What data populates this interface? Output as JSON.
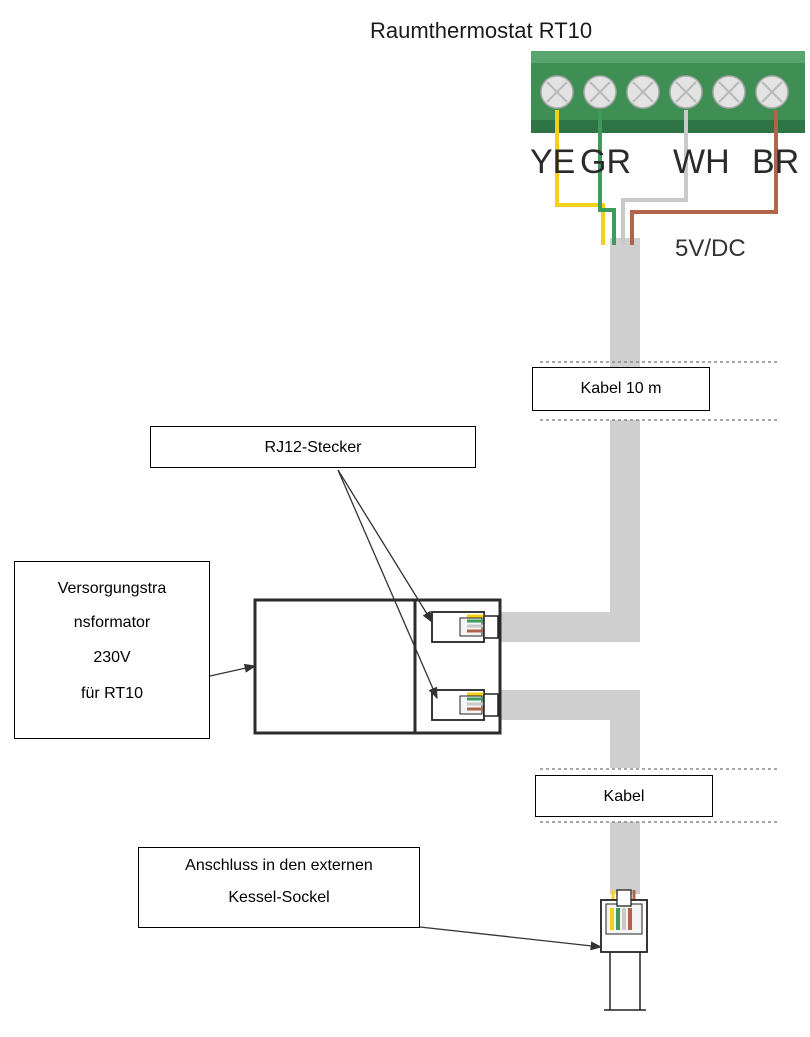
{
  "title": "Raumthermostat RT10",
  "terminal": {
    "wire_labels": [
      "YE",
      "GR",
      "WH",
      "BR"
    ],
    "voltage": "5V/DC",
    "wire_colors": {
      "yellow": "#f3d11a",
      "green": "#3f9a5e",
      "white": "#c9c9c9",
      "brown": "#b0644a"
    },
    "block_color": "#3f8f55"
  },
  "cable_top": {
    "label": "Kabel 10 m"
  },
  "cable_bottom": {
    "label": "Kabel"
  },
  "rj12": {
    "label": "RJ12-Stecker"
  },
  "transformer": {
    "lines": [
      "Versorgungstra",
      "nsformator",
      "230V",
      "für RT10"
    ]
  },
  "boiler": {
    "lines": [
      "Anschluss in den externen",
      "Kessel-Sockel"
    ]
  },
  "colors": {
    "cable": "#cfcfcf",
    "outline": "#2b2b2b"
  }
}
